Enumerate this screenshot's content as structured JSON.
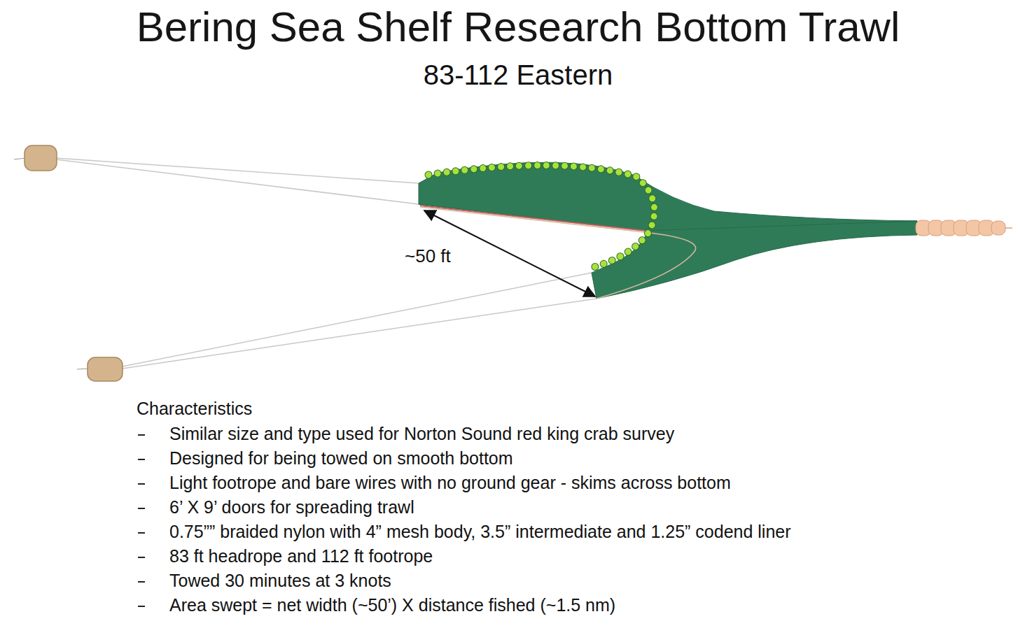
{
  "diagram": {
    "title": "Bering Sea Shelf Research Bottom Trawl",
    "labels": [
      "83-112 Eastern",
      "~50 ft",
      "Characteristics",
      "Similar size and type used for Norton Sound red king crab  survey",
      "Designed for being towed on smooth bottom",
      "Light footrope and bare wires with no ground gear - skims across bottom",
      "6’ X 9’ doors for spreading trawl",
      "0.75”” braided nylon with 4” mesh body, 3.5” intermediate and 1.25” codend liner",
      "83 ft headrope and 112 ft footrope",
      "Towed 30 minutes at 3 knots",
      "Area swept = net width (~50’) X distance fished (~1.5 nm)"
    ]
  }
}
